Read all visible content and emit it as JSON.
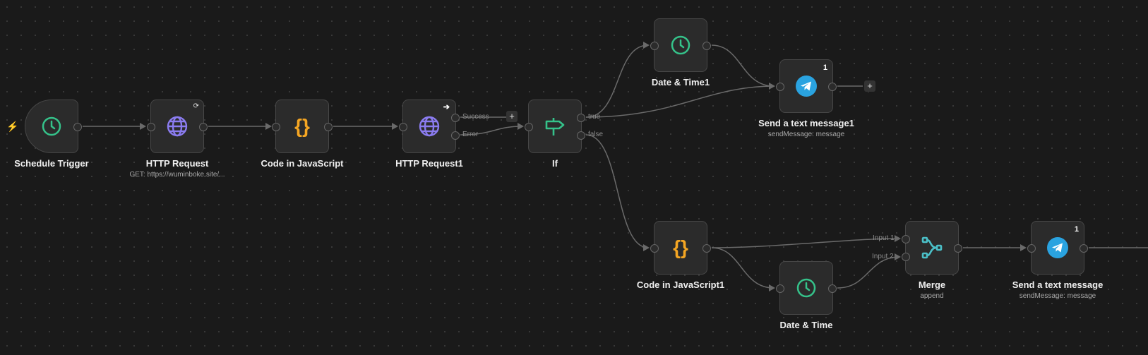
{
  "nodes": {
    "schedule_trigger": {
      "label": "Schedule Trigger"
    },
    "http_request": {
      "label": "HTTP Request",
      "subtitle": "GET: https://wuminboke.site/..."
    },
    "code_js": {
      "label": "Code in JavaScript"
    },
    "http_request1": {
      "label": "HTTP Request1",
      "outputs": [
        "Success",
        "Error"
      ]
    },
    "if": {
      "label": "If",
      "outputs": [
        "true",
        "false"
      ]
    },
    "date_time1": {
      "label": "Date & Time1"
    },
    "send_message1": {
      "label": "Send a text message1",
      "subtitle": "sendMessage: message",
      "badge": "1"
    },
    "code_js1": {
      "label": "Code in JavaScript1"
    },
    "date_time": {
      "label": "Date & Time"
    },
    "merge": {
      "label": "Merge",
      "subtitle": "append",
      "inputs": [
        "Input 1",
        "Input 2"
      ]
    },
    "send_message": {
      "label": "Send a text message",
      "subtitle": "sendMessage: message",
      "badge": "1"
    }
  },
  "plus_label": "+",
  "colors": {
    "clock": "#35c28a",
    "globe": "#8b7cf0",
    "code": "#f5a623",
    "if": "#35c28a",
    "telegram": "#2aa3e0",
    "merge": "#4bc0c8",
    "trigger": "#e5533d"
  }
}
